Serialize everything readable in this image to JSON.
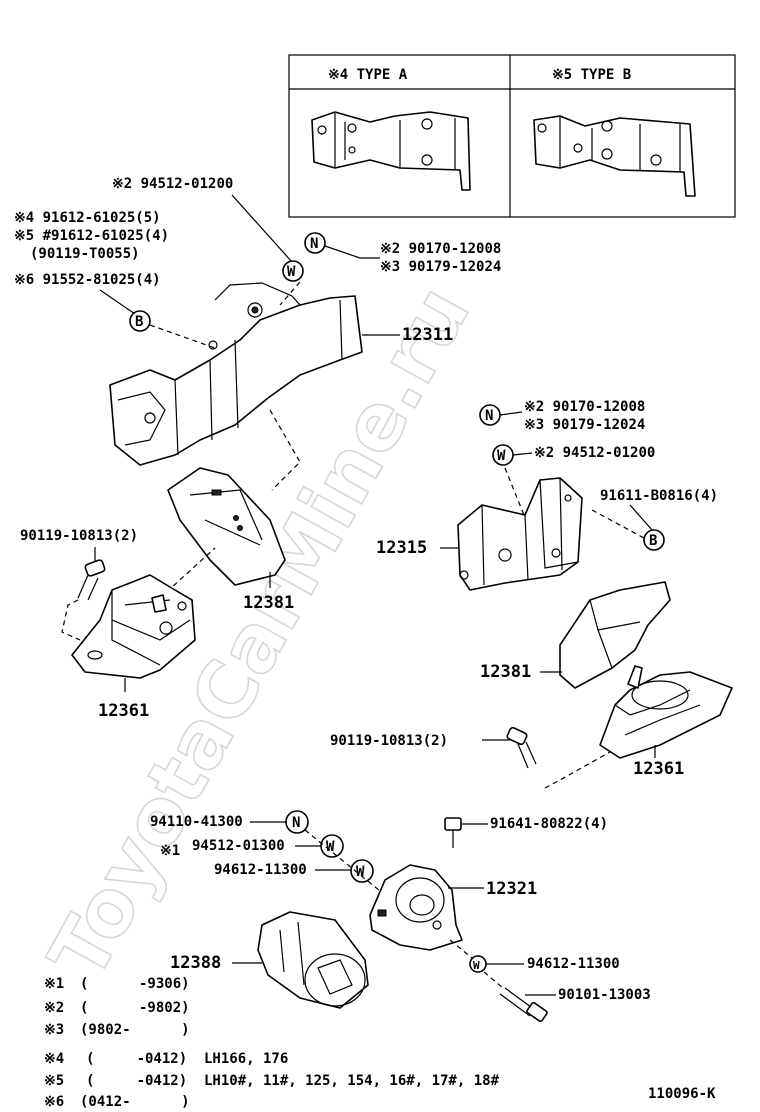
{
  "watermark": "ToyotaCarMine.ru",
  "diagram_id": "110096-K",
  "inset": {
    "type_a": "※4  TYPE  A",
    "type_b": "※5  TYPE  B"
  },
  "callouts": {
    "c_94512_01200_top": "※2 94512-01200",
    "c_91612_a": "※4  91612-61025(5)",
    "c_91612_b": "※5 #91612-61025(4)",
    "c_90119_t0055": "(90119-T0055)",
    "c_91552": "※6  91552-81025(4)",
    "c_90170_a": "※2 90170-12008",
    "c_90179_a": "※3 90179-12024",
    "c_12311": "12311",
    "c_90170_b": "※2 90170-12008",
    "c_90179_b": "※3 90179-12024",
    "c_94512_01200_mid": "※2 94512-01200",
    "c_91611": "91611-B0816(4)",
    "c_90119_10813_l": "90119-10813(2)",
    "c_12315": "12315",
    "c_12381_l": "12381",
    "c_12361_l": "12361",
    "c_12381_r": "12381",
    "c_90119_10813_r": "90119-10813(2)",
    "c_12361_r": "12361",
    "c_94110": "94110-41300",
    "c_91641": "91641-80822(4)",
    "c_star1": "※1",
    "c_94512_01300": "94512-01300",
    "c_94612_11300_a": "94612-11300",
    "c_12321": "12321",
    "c_12388": "12388",
    "c_94612_11300_b": "94612-11300",
    "c_90101": "90101-13003"
  },
  "markers": {
    "n": "N",
    "w": "W",
    "b": "B"
  },
  "notes": [
    {
      "mark": "※1",
      "text": "(      -9306)"
    },
    {
      "mark": "※2",
      "text": "(      -9802)"
    },
    {
      "mark": "※3",
      "text": "(9802-      )"
    },
    {
      "mark": "※4",
      "text": "(     -0412)  LH166, 176"
    },
    {
      "mark": "※5",
      "text": "(     -0412)  LH10#, 11#, 125, 154, 16#, 17#, 18#"
    },
    {
      "mark": "※6",
      "text": "(0412-      )"
    }
  ]
}
